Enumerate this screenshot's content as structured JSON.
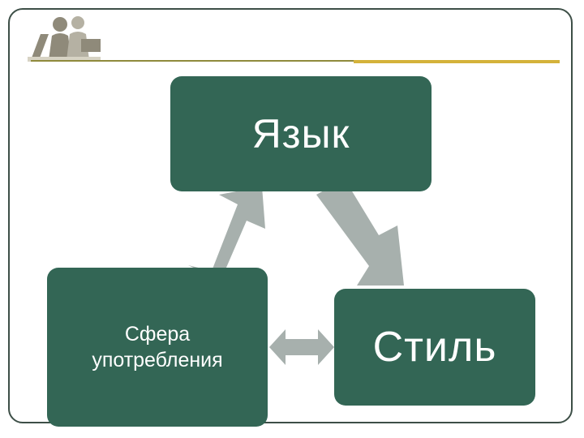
{
  "colors": {
    "box_fill": "#336655",
    "arrow_fill": "#a7b0ad",
    "frame_border": "#3d4f47",
    "rule_accent": "#d4b23a"
  },
  "header": {
    "logo_icon": "business-people-logo-icon"
  },
  "diagram": {
    "top_box": {
      "label": "Язык"
    },
    "left_box": {
      "label_line1": "Сфера",
      "label_line2": "употребления"
    },
    "right_box": {
      "label": "Стиль"
    }
  }
}
